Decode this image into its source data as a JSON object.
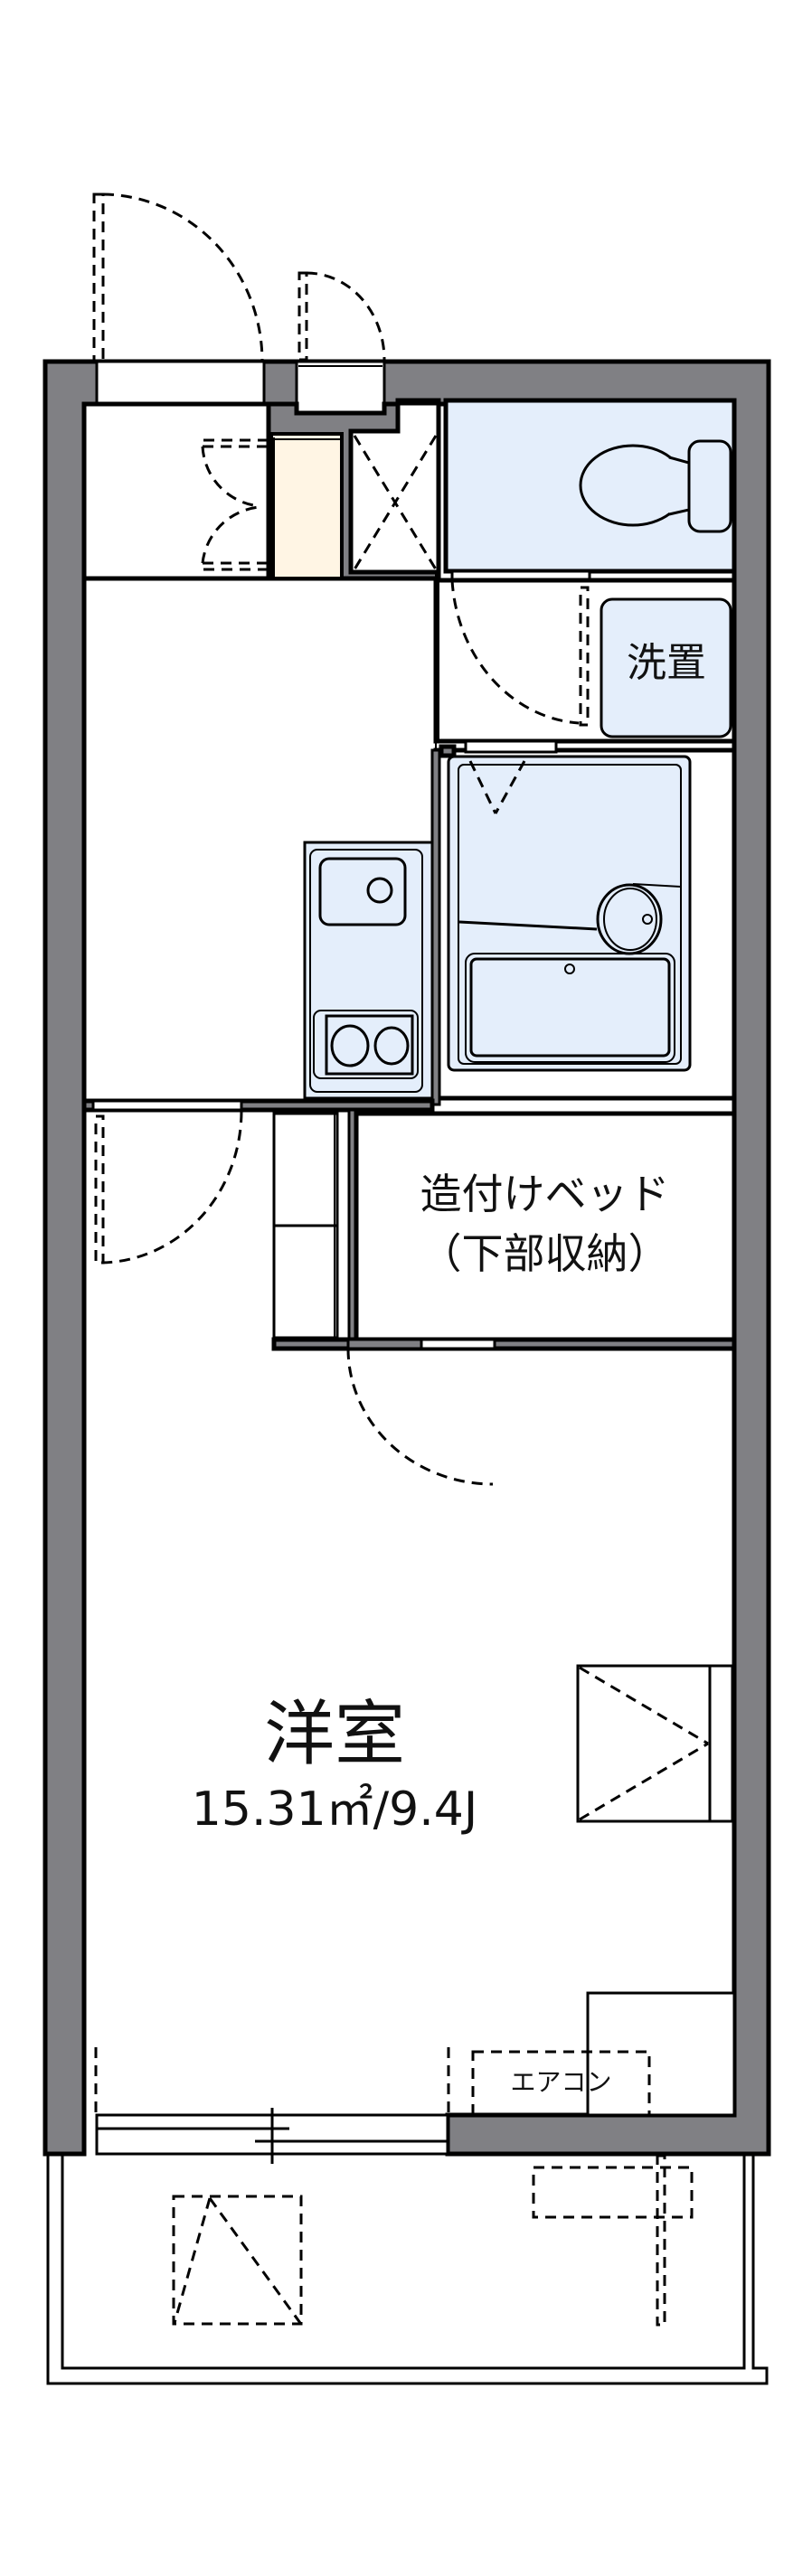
{
  "floorplan": {
    "colors": {
      "wall": "#808084",
      "wet_area": "#E4EEFB",
      "shoe_cabinet": "#FFF5E4",
      "line": "#000000",
      "background": "#FFFFFF"
    },
    "rooms": {
      "main_room": {
        "name": "洋室",
        "area": "15.31㎡/9.4J"
      },
      "built_in_bed": {
        "line1": "造付けベッド",
        "line2": "（下部収納）"
      },
      "laundry": {
        "label": "洗置"
      },
      "air_conditioner": {
        "label": "エアコン"
      }
    },
    "elements": [
      "entrance-door",
      "meter-box-door",
      "shoe-cabinet",
      "storage-closet",
      "toilet",
      "washroom",
      "laundry-pan",
      "unit-bath",
      "kitchen-counter",
      "sink",
      "two-burner-stove",
      "shelf-unit",
      "built-in-bed",
      "closet",
      "sliding-window",
      "balcony",
      "outdoor-ac-unit",
      "balcony-hatch"
    ]
  }
}
